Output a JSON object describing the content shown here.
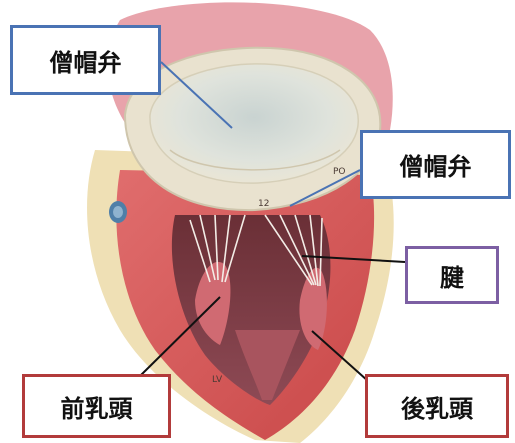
{
  "labels": {
    "mitral_valve_top": "僧帽弁",
    "mitral_valve_right": "僧帽弁",
    "chordae": "腱",
    "anterior_papillary": "前乳頭",
    "posterior_papillary": "後乳頭"
  },
  "illustration": {
    "lv_text": "LV",
    "ring_mark_left": "12",
    "ring_mark_right": "PO"
  },
  "colors": {
    "box_blue": "#4a73b4",
    "box_purple": "#7c5fa3",
    "box_red": "#b23b3b",
    "heart_red": "#d95a5a",
    "valve_ring": "#e9e2cf",
    "atrium_pink": "#e8a3ab"
  }
}
